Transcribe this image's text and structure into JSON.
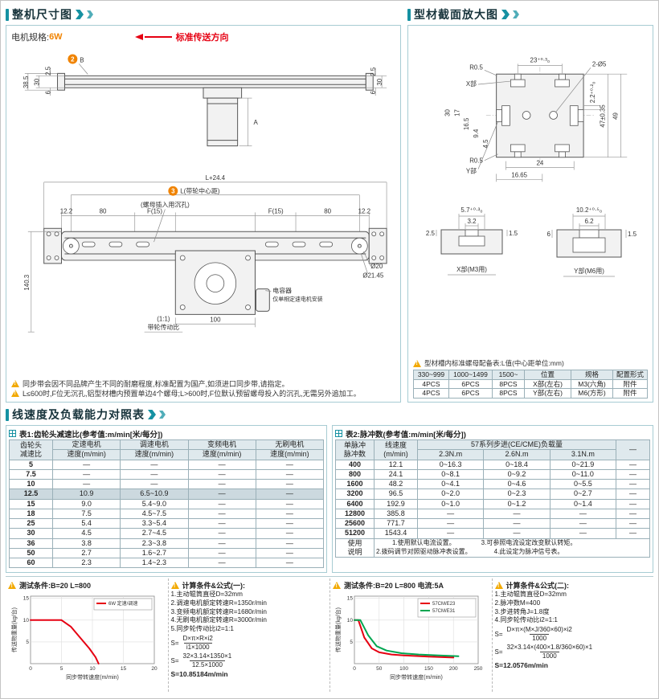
{
  "header": {
    "left_title": "整机尺寸图",
    "right_title": "型材截面放大图",
    "speed_title": "线速度及负载能力对照表"
  },
  "machine": {
    "motor_label": "电机规格:",
    "motor_value": "6W",
    "direction_label": "标准传送方向",
    "side_view": {
      "badge": "2",
      "badge_label": "B",
      "dim_a": "A",
      "dims_left": [
        "2.5",
        "30",
        "38.5",
        "6"
      ],
      "dims_right": [
        "2.5",
        "30",
        "6"
      ]
    },
    "top_view": {
      "dim_total": "L+24.4",
      "badge": "3",
      "dim_center": "L(带轮中心距)",
      "note_counterbore": "(螺母插入用沉孔)",
      "seg_dims": [
        "12.2",
        "80",
        "F(15)",
        "F(15)",
        "80",
        "12.2"
      ],
      "dim_height": "140.3",
      "dim_d20": "Ø20",
      "dim_d2145": "Ø21.45",
      "capacitor_label": "电容器",
      "capacitor_note": "仅单相定速电机安装",
      "ratio_scale": "(1:1)",
      "ratio_label": "带轮传动比",
      "dim_100": "100"
    },
    "notes": [
      "同步带会因不同品牌产生不同的耐磨程度,标准配置为国产,如须进口同步带,请指定。",
      "L≤600时,F位无沉孔,铝型材槽内预置单边4个螺母;L>600时,F位默认预留螺母投入的沉孔,无需另外追加工。"
    ]
  },
  "profile": {
    "cross_section": {
      "r05_top": "R0.5",
      "dim_23": "23⁺⁰·³₀",
      "dim_2o5": "2-Ø5",
      "x_label": "X部",
      "dim_30": "30",
      "dim_17": "17",
      "dim_165": "16.5",
      "dim_94": "9.4",
      "dim_45": "4.5",
      "r05_bottom": "R0.5",
      "y_label": "Y部",
      "dim_22": "2.2⁺⁰·²₀",
      "dim_47": "47±0.35",
      "dim_49": "49",
      "dim_24": "24",
      "dim_1665": "16.65"
    },
    "x_detail": {
      "dim_w": "5.7⁺⁰·³₀",
      "dim_open": "3.2",
      "dim_l": "2.5",
      "dim_r": "1.5",
      "title": "X部(M3用)"
    },
    "y_detail": {
      "dim_w": "10.2⁺⁰·⁵₀",
      "dim_open": "6.2",
      "dim_l": "6",
      "dim_r": "1.5",
      "title": "Y部(M6用)"
    },
    "nut_note": "型材槽内标准螺母配备表:L值(中心距单位:mm)",
    "nut_table": {
      "headers": [
        "330~999",
        "1000~1499",
        "1500~",
        "位置",
        "规格",
        "配置形式"
      ],
      "rows": [
        [
          "4PCS",
          "6PCS",
          "8PCS",
          "X部(左右)",
          "M3(六角)",
          "附件"
        ],
        [
          "4PCS",
          "6PCS",
          "8PCS",
          "Y部(左右)",
          "M6(方形)",
          "附件"
        ]
      ]
    }
  },
  "table1": {
    "title": "表1:齿轮头减速比(参考值:m/min[米/每分])",
    "head_col_line1": "齿轮头",
    "head_col_line2": "减速比",
    "motor_types": [
      "定速电机",
      "调速电机",
      "变频电机",
      "无刷电机"
    ],
    "sub_header": "速度(m/min)",
    "rows": [
      [
        "5",
        "—",
        "—",
        "—",
        "—"
      ],
      [
        "7.5",
        "—",
        "—",
        "—",
        "—"
      ],
      [
        "10",
        "—",
        "—",
        "—",
        "—"
      ],
      [
        "12.5",
        "10.9",
        "6.5~10.9",
        "—",
        "—"
      ],
      [
        "15",
        "9.0",
        "5.4~9.0",
        "—",
        "—"
      ],
      [
        "18",
        "7.5",
        "4.5~7.5",
        "—",
        "—"
      ],
      [
        "25",
        "5.4",
        "3.3~5.4",
        "—",
        "—"
      ],
      [
        "30",
        "4.5",
        "2.7~4.5",
        "—",
        "—"
      ],
      [
        "36",
        "3.8",
        "2.3~3.8",
        "—",
        "—"
      ],
      [
        "50",
        "2.7",
        "1.6~2.7",
        "—",
        "—"
      ],
      [
        "60",
        "2.3",
        "1.4~2.3",
        "—",
        "—"
      ]
    ]
  },
  "table2": {
    "title": "表2:脉冲数(参考值:m/min[米/每分])",
    "head_pulse_1": "单脉冲",
    "head_pulse_2": "脉冲数",
    "head_speed_1": "线速度",
    "head_speed_2": "(m/min)",
    "head_load": "57系列步进(CE/CME)负载量",
    "head_dash": "—",
    "load_subs": [
      "2.3N.m",
      "2.6N.m",
      "3.1N.m"
    ],
    "rows": [
      [
        "400",
        "12.1",
        "0~16.3",
        "0~18.4",
        "0~21.9",
        "—"
      ],
      [
        "800",
        "24.1",
        "0~8.1",
        "0~9.2",
        "0~11.0",
        "—"
      ],
      [
        "1600",
        "48.2",
        "0~4.1",
        "0~4.6",
        "0~5.5",
        "—"
      ],
      [
        "3200",
        "96.5",
        "0~2.0",
        "0~2.3",
        "0~2.7",
        "—"
      ],
      [
        "6400",
        "192.9",
        "0~1.0",
        "0~1.2",
        "0~1.4",
        "—"
      ],
      [
        "12800",
        "385.8",
        "—",
        "—",
        "—",
        "—"
      ],
      [
        "25600",
        "771.7",
        "—",
        "—",
        "—",
        "—"
      ],
      [
        "51200",
        "1543.4",
        "—",
        "—",
        "—",
        "—"
      ]
    ],
    "usage_1": "使用",
    "usage_2": "说明",
    "usage_notes": [
      "1.使用默认电流设置。",
      "2.拨码调节对照驱动脉冲表设置。",
      "3.可参照电流设定改变默认转矩。",
      "4.此设定为脉冲信号表。"
    ]
  },
  "panels": {
    "test1_title": "测试条件:B=20  L=800",
    "calc1": {
      "title": "计算条件&公式(一):",
      "lines": [
        "1.主动辊筒直径D=32mm",
        "2.调速电机额定转速R=1350r/min",
        "3.变频电机额定转速R=1680r/min",
        "4.无刷电机额定转速R=3000r/min",
        "5.同步轮传动比i2=1:1"
      ],
      "s": "S=",
      "f1_num": "D×π×R×i2",
      "f1_den": "i1×1000",
      "f2_num": "32×3.14×1350×1",
      "f2_den": "12.5×1000",
      "result": "S=10.85184m/min"
    },
    "test2_title": "测试条件:B=20  L=800 电流:5A",
    "calc2": {
      "title": "计算条件&公式(二):",
      "lines": [
        "1.主动辊筒直径D=32mm",
        "2.脉冲数M=400",
        "3.步进转角J=1.8度",
        "4.同步轮传动比i2=1:1"
      ],
      "s": "S=",
      "f1_num": "D×π×(M×J/360×60)×i2",
      "f1_den": "1000",
      "f2_num": "32×3.14×(400×1.8/360×60)×1",
      "f2_den": "1000",
      "result": "S=12.0576m/min"
    }
  },
  "chart_data": [
    {
      "type": "line",
      "title": "",
      "xlabel": "同步带转速度(m/min)",
      "ylabel": "传送物重量(kg/台)",
      "xlim": [
        0,
        20
      ],
      "ylim": [
        0,
        15.5
      ],
      "x_ticks": [
        0,
        5,
        10,
        15,
        20
      ],
      "y_ticks": [
        5,
        10,
        15
      ],
      "grid": true,
      "legend_position": "top-right",
      "series": [
        {
          "name": "6W 定速/调速",
          "color": "#e60012",
          "points": [
            [
              0,
              10
            ],
            [
              5,
              10
            ],
            [
              6.5,
              8.5
            ],
            [
              8,
              6
            ],
            [
              9.5,
              3.5
            ],
            [
              10.5,
              1.5
            ],
            [
              11,
              0
            ]
          ]
        }
      ]
    },
    {
      "type": "line",
      "title": "",
      "xlabel": "同步带转速度(m/min)",
      "ylabel": "传送物重量(kg/台)",
      "xlim": [
        0,
        250
      ],
      "ylim": [
        0,
        15.5
      ],
      "x_ticks": [
        0,
        50,
        100,
        150,
        200,
        250
      ],
      "y_ticks": [
        5,
        10,
        15
      ],
      "grid": true,
      "legend_position": "top-right",
      "series": [
        {
          "name": "57CM/E23",
          "color": "#e60012",
          "points": [
            [
              0,
              10
            ],
            [
              8,
              10
            ],
            [
              20,
              6
            ],
            [
              35,
              3.5
            ],
            [
              50,
              2.6
            ],
            [
              75,
              2.1
            ],
            [
              100,
              1.9
            ],
            [
              150,
              1.6
            ],
            [
              200,
              1.4
            ]
          ]
        },
        {
          "name": "57CM/E31",
          "color": "#00a651",
          "points": [
            [
              0,
              10
            ],
            [
              12,
              10
            ],
            [
              28,
              6.5
            ],
            [
              45,
              4
            ],
            [
              65,
              3
            ],
            [
              95,
              2.4
            ],
            [
              130,
              2.1
            ],
            [
              170,
              1.9
            ],
            [
              210,
              1.7
            ]
          ]
        }
      ]
    }
  ]
}
